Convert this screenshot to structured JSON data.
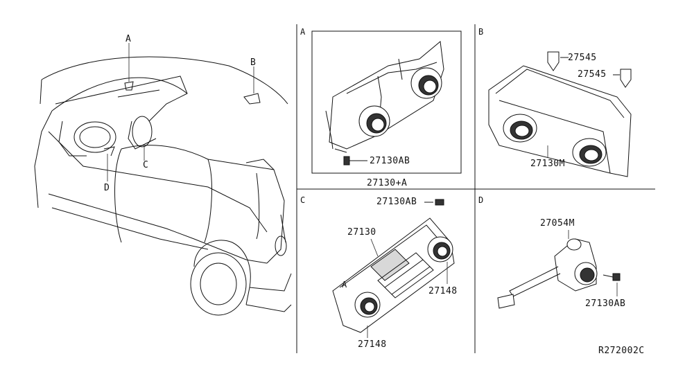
{
  "sections": {
    "A": {
      "letter": "A",
      "parts": [
        {
          "num": "27130AB"
        }
      ],
      "assembly": "27130+A"
    },
    "B": {
      "letter": "B",
      "parts": [
        {
          "num": "27545"
        },
        {
          "num": "27545"
        },
        {
          "num": "27130M"
        }
      ]
    },
    "C": {
      "letter": "C",
      "parts": [
        {
          "num": "27130AB"
        },
        {
          "num": "27130"
        },
        {
          "num": "27148"
        },
        {
          "num": "27148"
        }
      ],
      "marker": "A"
    },
    "D": {
      "letter": "D",
      "parts": [
        {
          "num": "27054M"
        },
        {
          "num": "27130AB"
        }
      ]
    }
  },
  "overview": {
    "callouts": [
      "A",
      "B",
      "C",
      "D"
    ]
  },
  "diagram_ref": "R272002C"
}
